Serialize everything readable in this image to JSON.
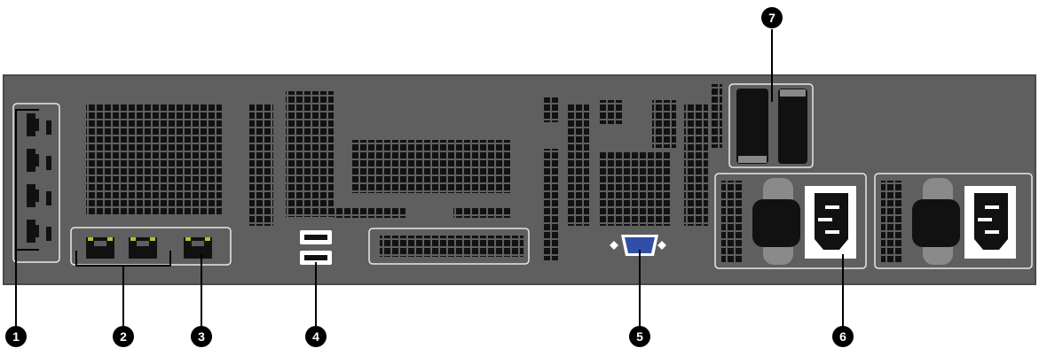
{
  "colors": {
    "chassis": "#5f5f5f",
    "chassis_border": "#4a4a4a",
    "vent": "#111111",
    "outline": "#e8e8e8",
    "led": "#9acd32",
    "vga": "#2f4fa8",
    "callout": "#000000",
    "callout_text": "#ffffff"
  },
  "callouts": [
    {
      "id": "1",
      "label": "1",
      "icon": "callout-badge"
    },
    {
      "id": "2",
      "label": "2",
      "icon": "callout-badge"
    },
    {
      "id": "3",
      "label": "3",
      "icon": "callout-badge"
    },
    {
      "id": "4",
      "label": "4",
      "icon": "callout-badge"
    },
    {
      "id": "5",
      "label": "5",
      "icon": "callout-badge"
    },
    {
      "id": "6",
      "label": "6",
      "icon": "callout-badge"
    },
    {
      "id": "7",
      "label": "7",
      "icon": "callout-badge"
    }
  ],
  "components": {
    "pcie_slots": {
      "icon": "pcie-slot-icon",
      "count": 4
    },
    "network_ports": {
      "icon": "rj45-port-icon",
      "count": 2
    },
    "management_port": {
      "icon": "rj45-port-icon",
      "count": 1
    },
    "usb_ports": {
      "icon": "usb-port-icon",
      "count": 2
    },
    "vga_port": {
      "icon": "vga-port-icon",
      "count": 1
    },
    "power_supplies": {
      "icon": "ac-power-inlet-icon",
      "count": 2
    },
    "drive_bays": {
      "icon": "drive-bay-icon",
      "count": 2
    }
  }
}
